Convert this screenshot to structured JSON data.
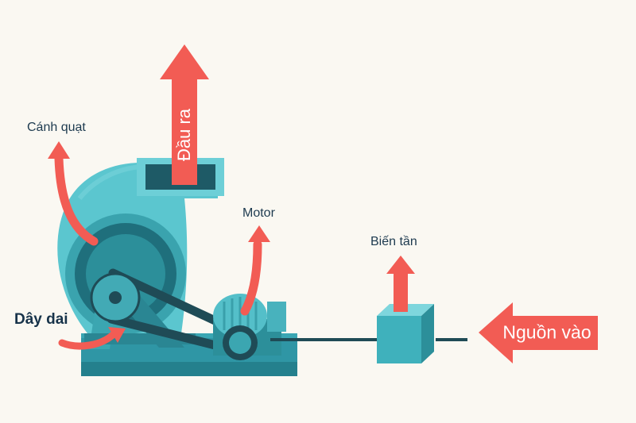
{
  "labels": {
    "fan_blade": "Cánh quạt",
    "outlet": "Đầu ra",
    "motor": "Motor",
    "inverter": "Biến tần",
    "belt": "Dây dai",
    "power_input": "Nguồn vào"
  },
  "colors": {
    "background": "#faf8f2",
    "arrow": "#f25c54",
    "housing": "#5bc6cf",
    "housing_dark": "#2c8f9a",
    "base": "#2f96a5",
    "belt": "#1f4b56",
    "text": "#1d3a4f"
  }
}
